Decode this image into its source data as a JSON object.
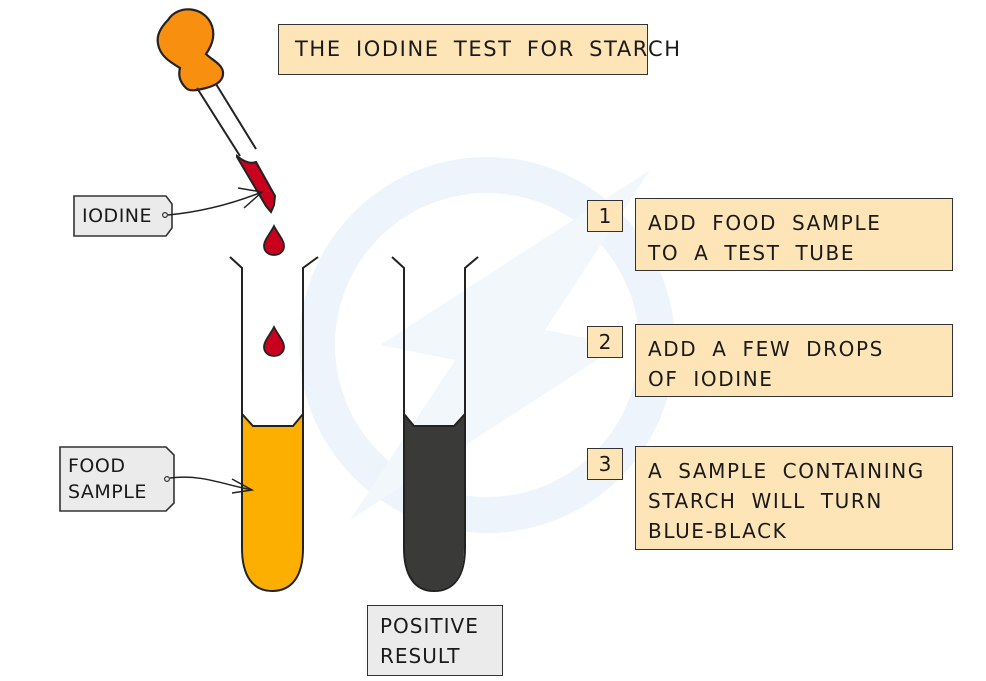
{
  "title": "THE IODINE TEST FOR STARCH",
  "labels": {
    "iodine": "IODINE",
    "food_sample": "FOOD\nSAMPLE",
    "positive_result": "POSITIVE\nRESULT"
  },
  "steps": [
    {
      "number": "1",
      "text": "ADD FOOD SAMPLE\nTO A TEST TUBE"
    },
    {
      "number": "2",
      "text": "ADD A FEW DROPS\nOF IODINE"
    },
    {
      "number": "3",
      "text": "A SAMPLE CONTAINING\nSTARCH WILL TURN\nBLUE-BLACK"
    }
  ],
  "colors": {
    "box_fill": "#fde5b8",
    "tag_fill": "#ebebeb",
    "bulb": "#f88f0f",
    "iodine": "#c8001e",
    "food_sample": "#fdaf00",
    "positive_result": "#3a3a38",
    "watermark": "#eef4fb"
  }
}
